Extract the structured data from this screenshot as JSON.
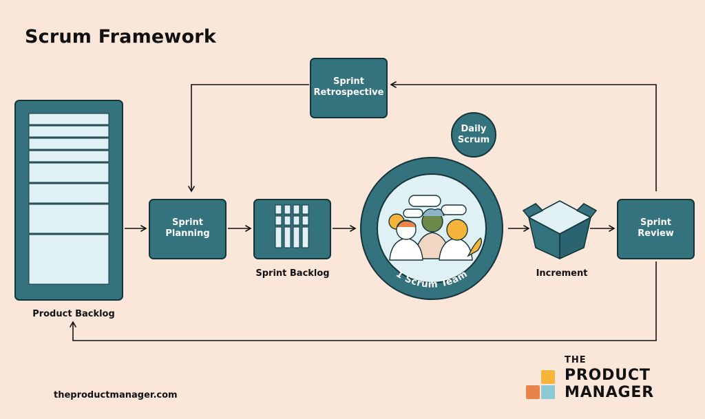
{
  "title": "Scrum Framework",
  "nodes": {
    "product_backlog": "Product Backlog",
    "sprint_planning": [
      "Sprint",
      "Planning"
    ],
    "sprint_backlog": "Sprint Backlog",
    "scrum_team": "1 Scrum Team",
    "daily_scrum": [
      "Daily",
      "Scrum"
    ],
    "sprint_retrospective": [
      "Sprint",
      "Retrospective"
    ],
    "increment": "Increment",
    "sprint_review": [
      "Sprint",
      "Review"
    ]
  },
  "footer": {
    "url": "theproductmanager.com"
  },
  "logo": {
    "line1": "THE",
    "line2": "PRODUCT",
    "line3": "MANAGER"
  },
  "colors": {
    "background": "#fbe6da",
    "box": "#34727e",
    "box_border": "#15343a",
    "paper": "#dff1f5",
    "logo_yellow": "#f4b53a",
    "logo_orange": "#e8834a",
    "logo_teal": "#8cc9d6"
  },
  "icons": [
    "open-box-icon",
    "people-with-speech-bubbles-icon",
    "kanban-grid-icon"
  ]
}
